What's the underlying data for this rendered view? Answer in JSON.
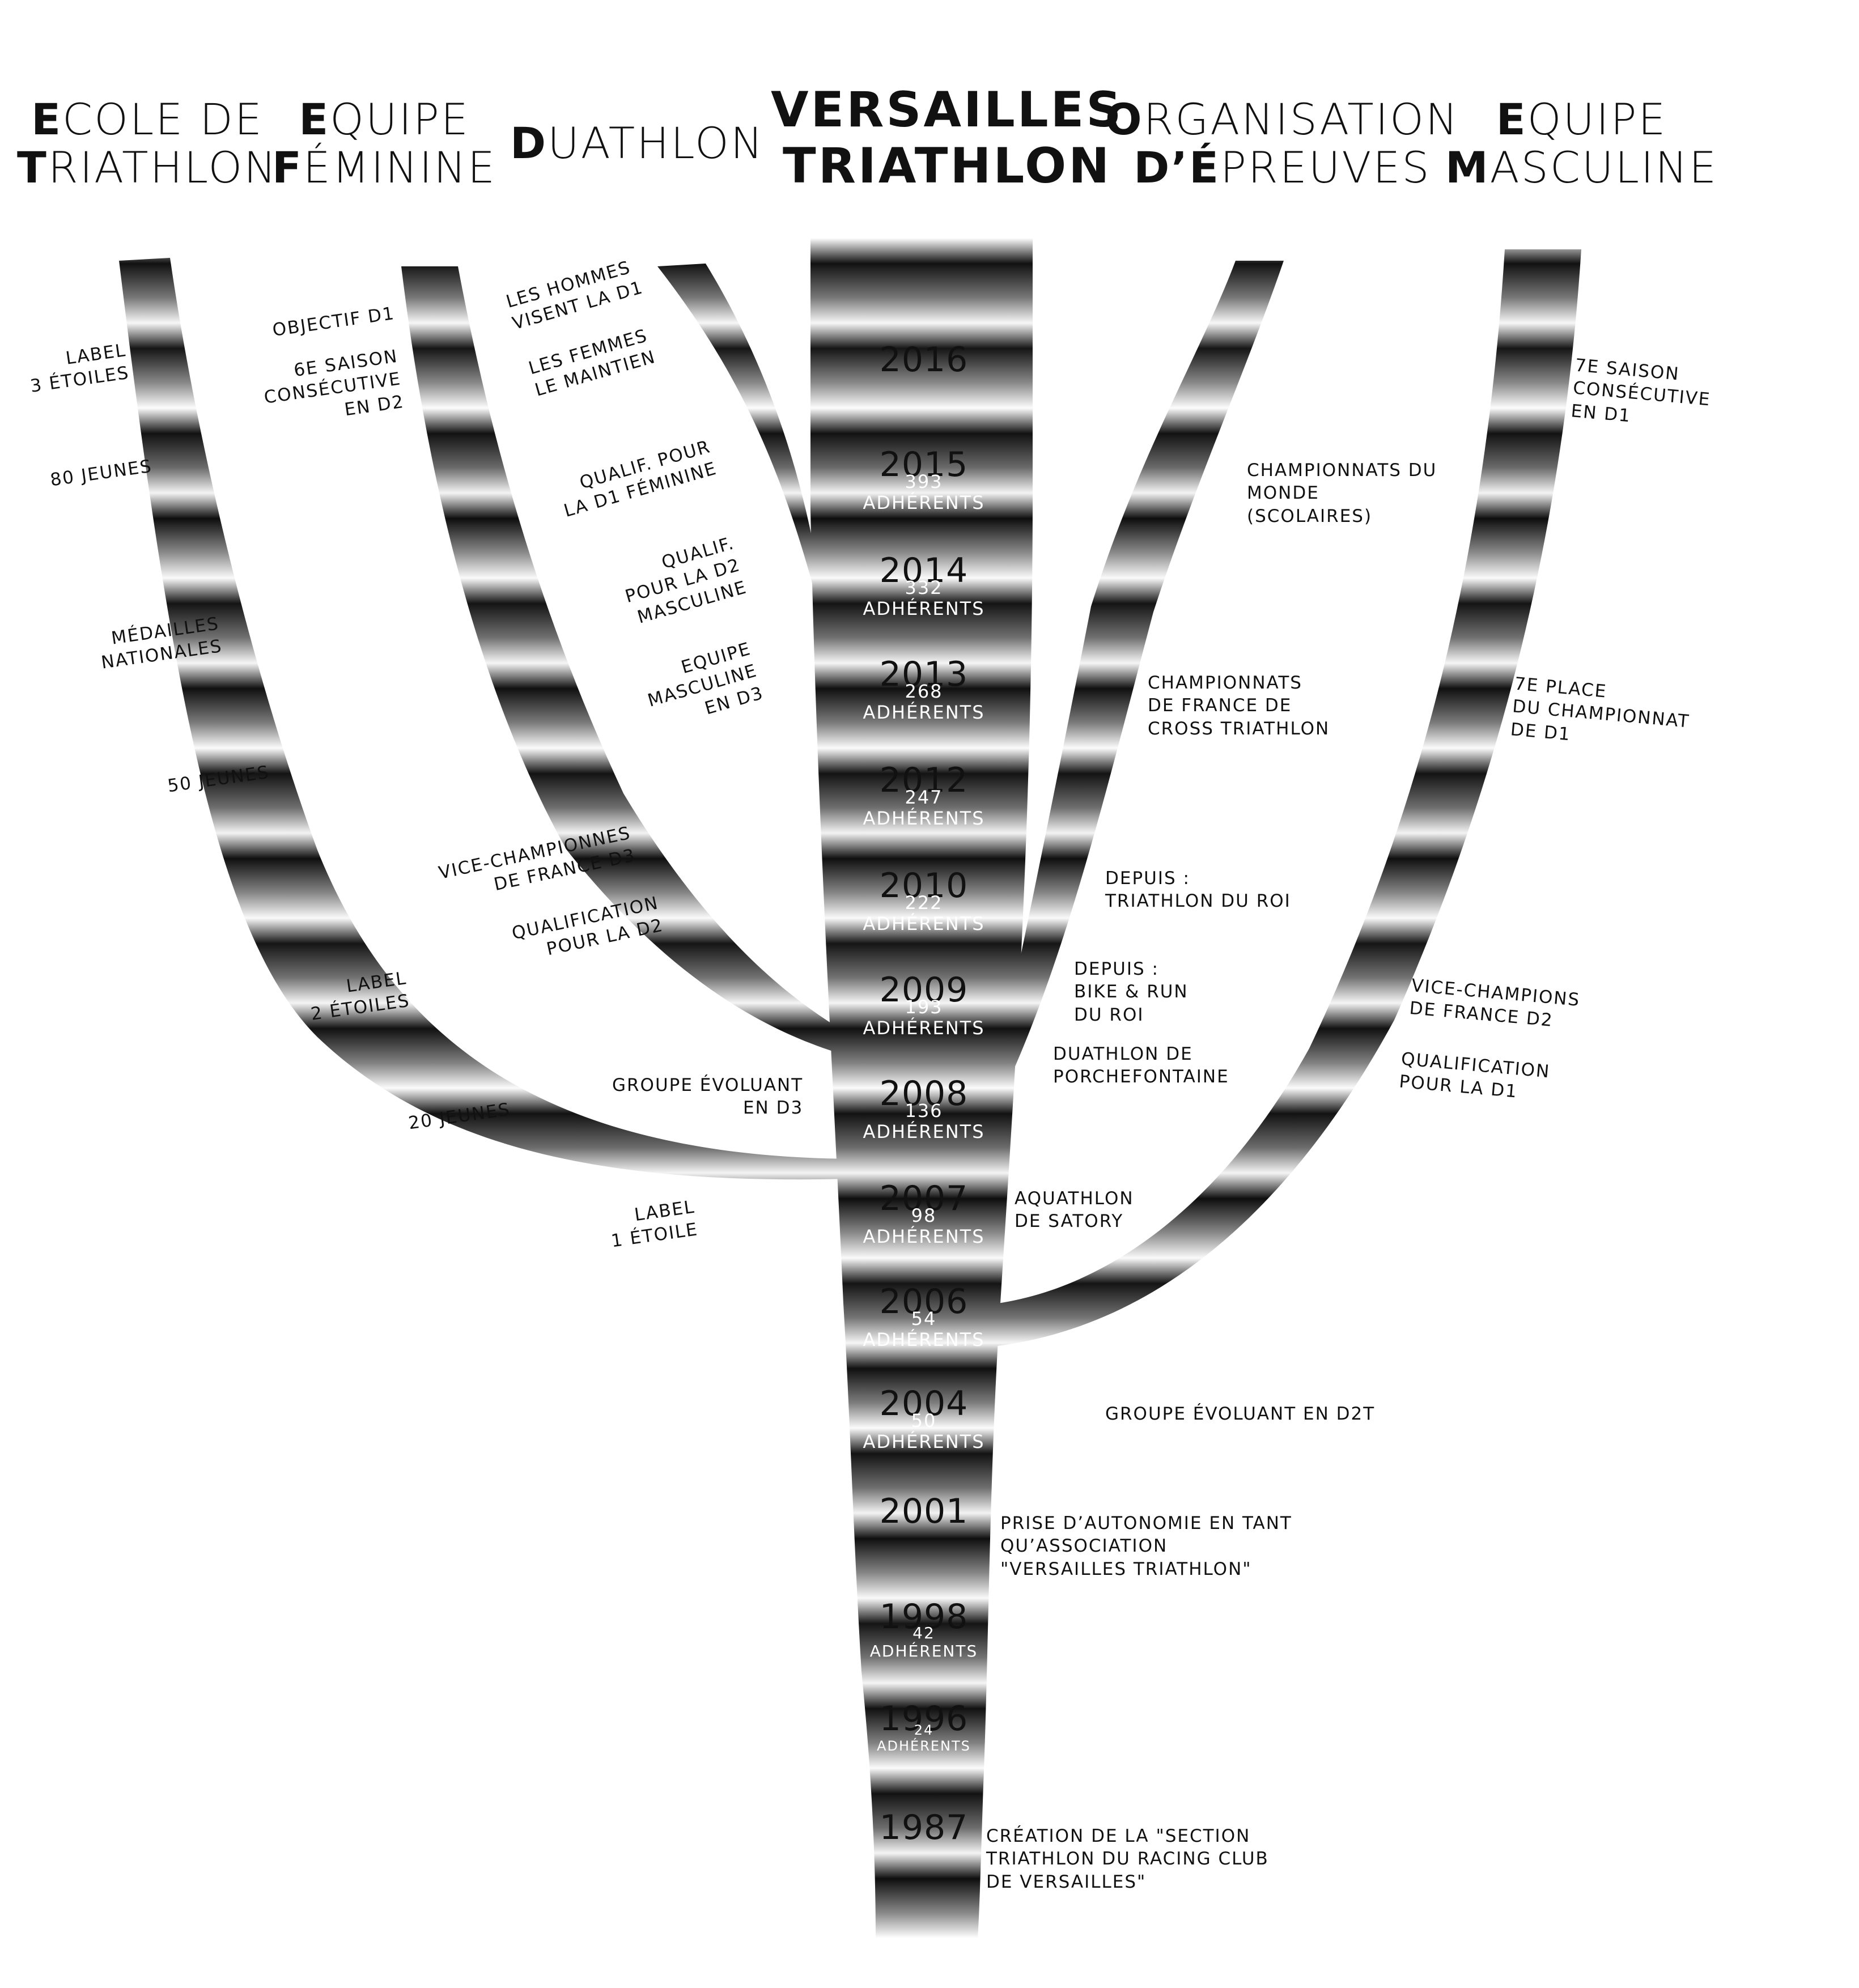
{
  "title": [
    "VERSAILLES",
    "TRIATHLON"
  ],
  "branches": [
    {
      "first": "E",
      "rest": "COLE DE",
      "first2": "T",
      "rest2": "RIATHLON"
    },
    {
      "first": "E",
      "rest": "QUIPE",
      "first2": "F",
      "rest2": "ÉMININE"
    },
    {
      "first": "D",
      "rest": "UATHLON",
      "first2": "",
      "rest2": ""
    },
    {
      "first": "O",
      "rest": "RGANISATION",
      "first2": "D’É",
      "rest2": "PREUVES"
    },
    {
      "first": "E",
      "rest": "QUIPE",
      "first2": "M",
      "rest2": "ASCULINE"
    }
  ],
  "timeline": [
    {
      "year": "2016",
      "members": "",
      "unit": ""
    },
    {
      "year": "2015",
      "members": "393",
      "unit": "ADHÉRENTS"
    },
    {
      "year": "2014",
      "members": "332",
      "unit": "ADHÉRENTS"
    },
    {
      "year": "2013",
      "members": "268",
      "unit": "ADHÉRENTS"
    },
    {
      "year": "2012",
      "members": "247",
      "unit": "ADHÉRENTS"
    },
    {
      "year": "2010",
      "members": "222",
      "unit": "ADHÉRENTS"
    },
    {
      "year": "2009",
      "members": "193",
      "unit": "ADHÉRENTS"
    },
    {
      "year": "2008",
      "members": "136",
      "unit": "ADHÉRENTS"
    },
    {
      "year": "2007",
      "members": "98",
      "unit": "ADHÉRENTS"
    },
    {
      "year": "2006",
      "members": "54",
      "unit": "ADHÉRENTS"
    },
    {
      "year": "2004",
      "members": "50",
      "unit": "ADHÉRENTS"
    },
    {
      "year": "2001",
      "members": "",
      "unit": ""
    },
    {
      "year": "1998",
      "members": "42",
      "unit": "ADHÉRENTS"
    },
    {
      "year": "1996",
      "members": "24",
      "unit": "ADHÉRENTS"
    },
    {
      "year": "1987",
      "members": "",
      "unit": ""
    }
  ],
  "notes": [
    {
      "lines": [
        "LABEL",
        "3 ÉTOILES"
      ]
    },
    {
      "lines": [
        "80 JEUNES"
      ]
    },
    {
      "lines": [
        "MÉDAILLES",
        "NATIONALES"
      ]
    },
    {
      "lines": [
        "50 JEUNES"
      ]
    },
    {
      "lines": [
        "LABEL",
        "2 ÉTOILES"
      ]
    },
    {
      "lines": [
        "20 JEUNES"
      ]
    },
    {
      "lines": [
        "LABEL",
        "1 ÉTOILE"
      ]
    },
    {
      "lines": [
        "OBJECTIF D1"
      ]
    },
    {
      "lines": [
        "6E SAISON",
        "CONSÉCUTIVE",
        "EN D2"
      ]
    },
    {
      "lines": [
        "VICE-CHAMPIONNES",
        "DE FRANCE D3"
      ]
    },
    {
      "lines": [
        "QUALIFICATION",
        "POUR LA D2"
      ]
    },
    {
      "lines": [
        "GROUPE ÉVOLUANT",
        "EN D3"
      ]
    },
    {
      "lines": [
        "LES HOMMES",
        "VISENT LA D1"
      ]
    },
    {
      "lines": [
        "LES FEMMES",
        "LE MAINTIEN"
      ]
    },
    {
      "lines": [
        "QUALIF. POUR",
        "LA D1 FÉMININE"
      ]
    },
    {
      "lines": [
        "QUALIF.",
        "POUR LA D2",
        "MASCULINE"
      ]
    },
    {
      "lines": [
        "EQUIPE",
        "MASCULINE",
        "EN D3"
      ]
    },
    {
      "lines": [
        "CHAMPIONNATS DU",
        "MONDE",
        "(SCOLAIRES)"
      ]
    },
    {
      "lines": [
        "CHAMPIONNATS",
        "DE FRANCE DE",
        "CROSS TRIATHLON"
      ]
    },
    {
      "lines": [
        "DEPUIS :",
        "TRIATHLON DU ROI"
      ]
    },
    {
      "lines": [
        "DEPUIS :",
        "BIKE & RUN",
        "DU ROI"
      ]
    },
    {
      "lines": [
        "DUATHLON DE",
        "PORCHEFONTAINE"
      ]
    },
    {
      "lines": [
        "AQUATHLON",
        "DE SATORY"
      ]
    },
    {
      "lines": [
        "GROUPE ÉVOLUANT EN D2T"
      ]
    },
    {
      "lines": [
        "PRISE D’AUTONOMIE EN TANT",
        "QU’ASSOCIATION",
        "\"VERSAILLES TRIATHLON\""
      ]
    },
    {
      "lines": [
        "CRÉATION DE LA \"SECTION",
        "TRIATHLON DU RACING CLUB",
        "DE VERSAILLES\""
      ]
    },
    {
      "lines": [
        "7E SAISON",
        "CONSÉCUTIVE",
        "EN D1"
      ]
    },
    {
      "lines": [
        "7E PLACE",
        "DU CHAMPIONNAT",
        "DE D1"
      ]
    },
    {
      "lines": [
        "VICE-CHAMPIONS",
        "DE FRANCE D2"
      ]
    },
    {
      "lines": [
        "QUALIFICATION",
        "POUR LA D1"
      ]
    }
  ]
}
